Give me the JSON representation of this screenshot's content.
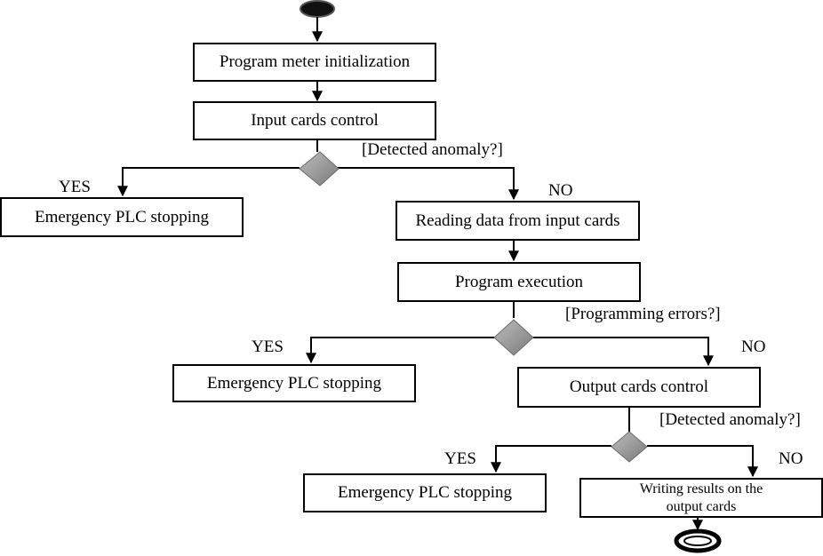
{
  "nodes": {
    "init": "Program meter initialization",
    "input_control": "Input cards control",
    "stop_1": "Emergency PLC stopping",
    "read_input": "Reading data from input cards",
    "execution": "Program execution",
    "stop_2": "Emergency PLC stopping",
    "output_control": "Output cards control",
    "stop_3": "Emergency PLC stopping",
    "write_output_line1": "Writing results on the",
    "write_output_line2": "output cards"
  },
  "decisions": {
    "d1": "[Detected anomaly?]",
    "d2": "[Programming errors?]",
    "d3": "[Detected anomaly?]"
  },
  "branches": {
    "d1_yes": "YES",
    "d1_no": "NO",
    "d2_yes": "YES",
    "d2_no": "NO",
    "d3_yes": "YES",
    "d3_no": "NO"
  }
}
